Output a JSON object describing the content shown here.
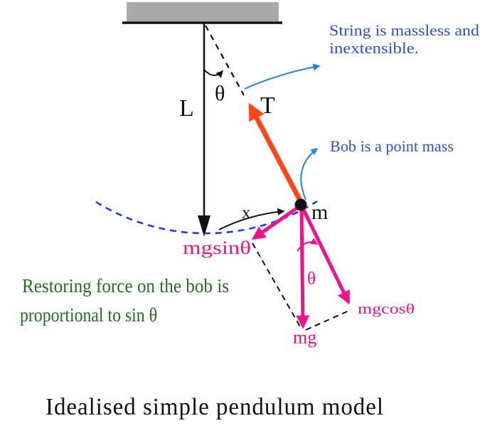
{
  "title": {
    "text": "Idealised simple pendulum model"
  },
  "labels": {
    "length": "L",
    "theta_top": "θ",
    "tension": "T",
    "displacement": "x",
    "mass": "m",
    "mg_sin": "mgsinθ",
    "theta_forces": "θ",
    "weight": "mg",
    "mg_cos": "mgcosθ"
  },
  "annotations": {
    "string_line1": "String is massless and",
    "string_line2": "inextensible.",
    "bob": "Bob is a point mass",
    "restoring_line1": "Restoring force on the bob is",
    "restoring_line2": "proportional to sin θ"
  },
  "colors": {
    "force_magenta": "#F0128C",
    "tension_orange": "#FF4717",
    "annotation_text_blue": "#2B52C8",
    "annotation_arrow_blue": "#1E86E8",
    "trajectory_blue": "#1537E8",
    "note_green": "#1E701E",
    "ceiling_gray": "#A9A9A9",
    "ink_black": "#111111"
  }
}
